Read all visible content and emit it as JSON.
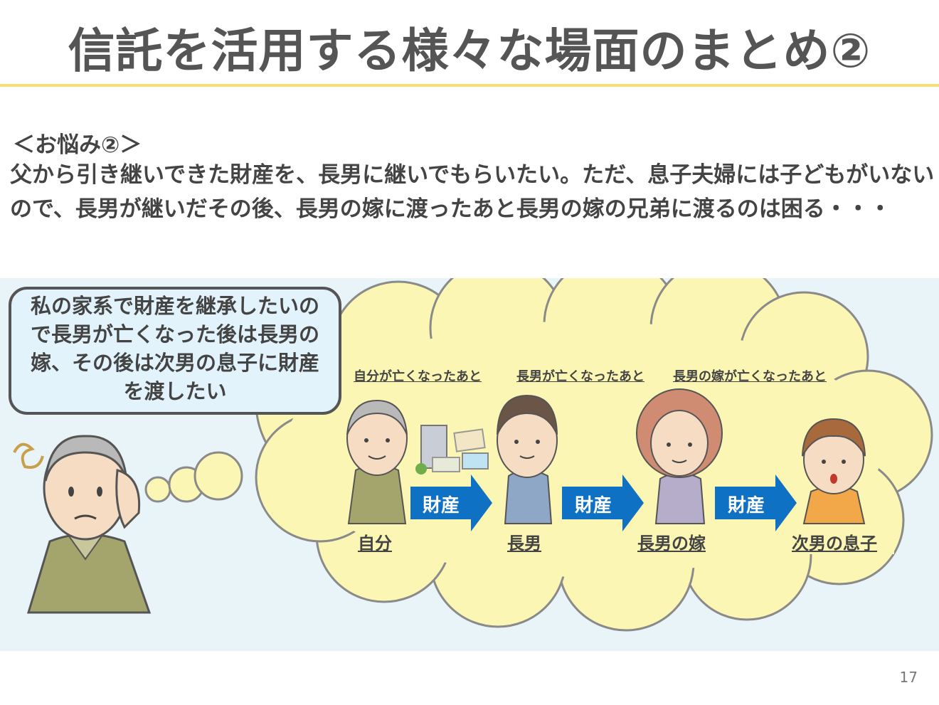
{
  "slide": {
    "title": "信託を活用する様々な場面のまとめ②",
    "concern_label": "＜お悩み②＞",
    "concern_text": "父から引き継いできた財産を、長男に継いでもらいたい。ただ、息子夫婦には子どもがいないので、長男が継いだその後、長男の嫁に渡ったあと長男の嫁の兄弟に渡るのは困る・・・",
    "speech_bubble": "私の家系で財産を継承したいので長男が亡くなった後は長男の嫁、その後は次男の息子に財産を渡したい",
    "page_number": "17"
  },
  "flow": {
    "stages": [
      "自分が亡くなったあと",
      "長男が亡くなったあと",
      "長男の嫁が亡くなったあと"
    ],
    "people": [
      "自分",
      "長男",
      "長男の嫁",
      "次男の息子"
    ],
    "asset_label": "財産"
  },
  "colors": {
    "title_rule": "#f6df7a",
    "cloud_fill": "#fbf6b4",
    "arrow_blue": "#0e71c4",
    "scene_bg": "#e9f4f9"
  }
}
